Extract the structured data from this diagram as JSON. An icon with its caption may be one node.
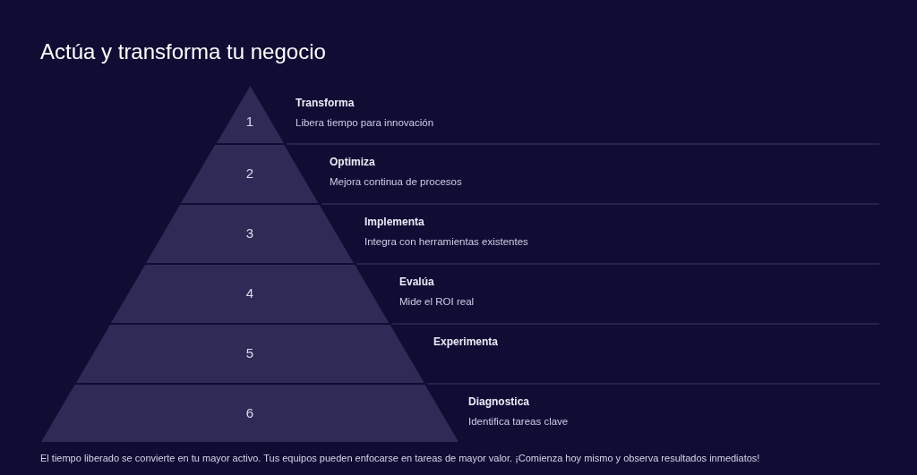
{
  "diagram": {
    "title": "Actúa y transforma tu negocio",
    "nodes": [
      {
        "text": [
          "1"
        ],
        "beside": [
          "Transforma",
          "Libera tiempo para innovación"
        ]
      },
      {
        "text": [
          "2"
        ],
        "beside": [
          "Optimiza",
          "Mejora continua de procesos"
        ]
      },
      {
        "text": [
          "3"
        ],
        "beside": [
          "Implementa",
          "Integra con herramientas existentes"
        ]
      },
      {
        "text": [
          "4"
        ],
        "beside": [
          "Evalúa",
          "Mide el ROI real"
        ]
      },
      {
        "text": [
          "5"
        ],
        "beside": [
          "Experimenta"
        ]
      },
      {
        "text": [
          "6"
        ],
        "beside": [
          "Diagnostica",
          "Identifica tareas clave"
        ]
      }
    ],
    "caption": "El tiempo liberado se convierte en tu mayor activo. Tus equipos pueden enfocarse en tareas de mayor valor. ¡Comienza hoy mismo y observa resultados inmediatos!"
  }
}
